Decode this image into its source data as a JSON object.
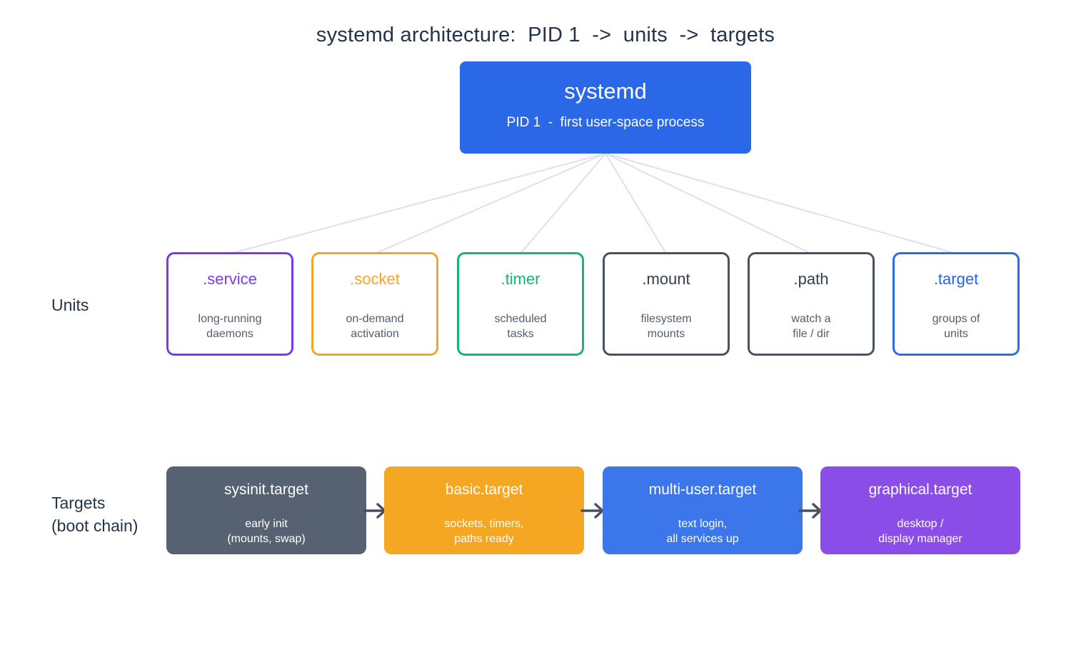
{
  "title": "systemd architecture:  PID 1  ->  units  ->  targets",
  "root": {
    "title": "systemd",
    "subtitle": "PID 1  -  first user-space process",
    "fill": "#2b68e8"
  },
  "units": {
    "label": "Units",
    "items": [
      {
        "name": ".service",
        "desc": "long-running\ndaemons",
        "border": "#7c3aed",
        "text": "#7c3aed"
      },
      {
        "name": ".socket",
        "desc": "on-demand\nactivation",
        "border": "#f5a623",
        "text": "#f5a623"
      },
      {
        "name": ".timer",
        "desc": "scheduled\ntasks",
        "border": "#12b873",
        "text": "#12b873"
      },
      {
        "name": ".mount",
        "desc": "filesystem\nmounts",
        "border": "#495261",
        "text": "#333d4d"
      },
      {
        "name": ".path",
        "desc": "watch a\nfile / dir",
        "border": "#495261",
        "text": "#333d4d"
      },
      {
        "name": ".target",
        "desc": "groups of\nunits",
        "border": "#2b6ceb",
        "text": "#2563eb"
      }
    ]
  },
  "targets": {
    "label": "Targets\n(boot chain)",
    "items": [
      {
        "name": "sysinit.target",
        "desc": "early init\n(mounts, swap)",
        "fill": "#566171"
      },
      {
        "name": "basic.target",
        "desc": "sockets, timers,\npaths ready",
        "fill": "#f5a623"
      },
      {
        "name": "multi-user.target",
        "desc": "text login,\nall services up",
        "fill": "#3b76eb"
      },
      {
        "name": "graphical.target",
        "desc": "desktop /\ndisplay manager",
        "fill": "#8b4de8"
      }
    ]
  },
  "colors": {
    "heading_text": "#24334c",
    "connector_line": "#dbe2ec",
    "flow_arrow": "#475063",
    "unit_desc_text": "#545d6b"
  }
}
